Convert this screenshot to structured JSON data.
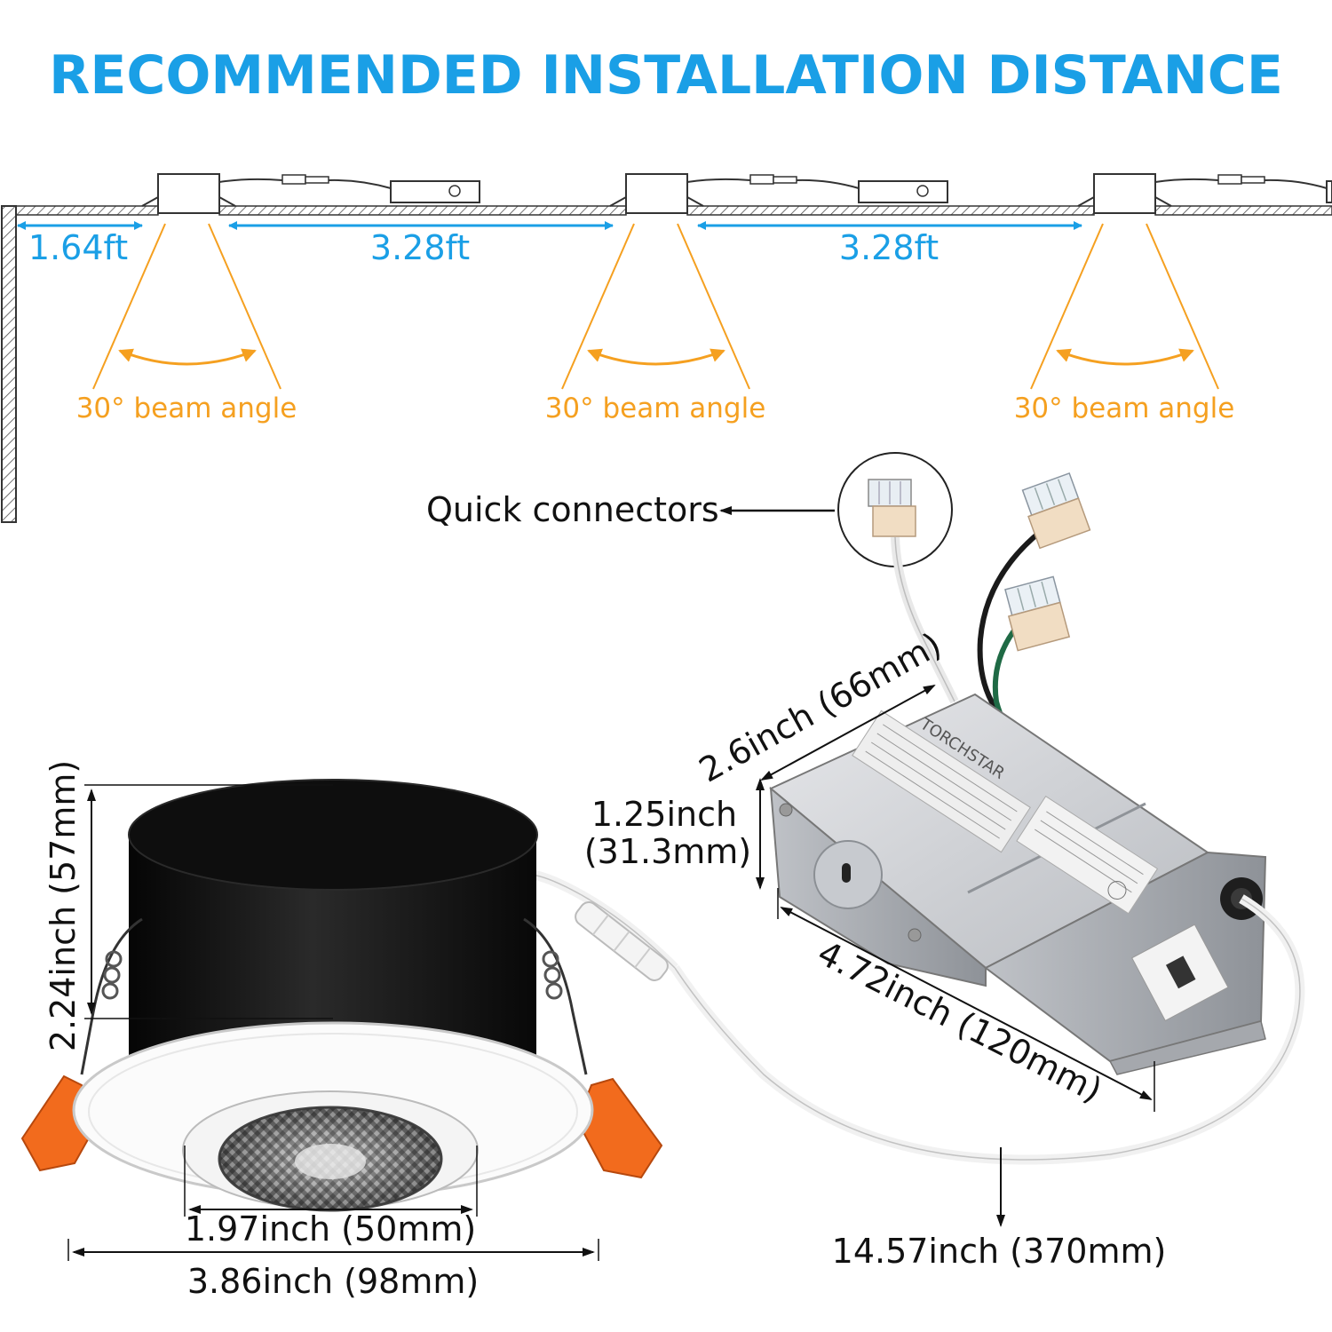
{
  "title": "RECOMMENDED INSTALLATION DISTANCE",
  "spacing": {
    "wall_to_first": "1.64ft",
    "between_first_second": "3.28ft",
    "between_second_third": "3.28ft"
  },
  "beam_labels": [
    "30° beam angle",
    "30° beam angle",
    "30° beam angle"
  ],
  "callouts": {
    "quick_connectors": "Quick connectors"
  },
  "light_dimensions": {
    "height": "2.24inch (57mm)",
    "inner_diameter": "1.97inch (50mm)",
    "outer_diameter": "3.86inch (98mm)"
  },
  "junction_box_dimensions": {
    "width": "2.6inch (66mm)",
    "height_inch": "1.25inch",
    "height_mm": "(31.3mm)",
    "length": "4.72inch (120mm)",
    "cable_length": "14.57inch (370mm)"
  },
  "brand": "TORCHSTAR",
  "colors": {
    "accent_blue": "#1a9fe6",
    "beam_orange": "#f5a020",
    "clip_orange": "#f26b1d"
  }
}
